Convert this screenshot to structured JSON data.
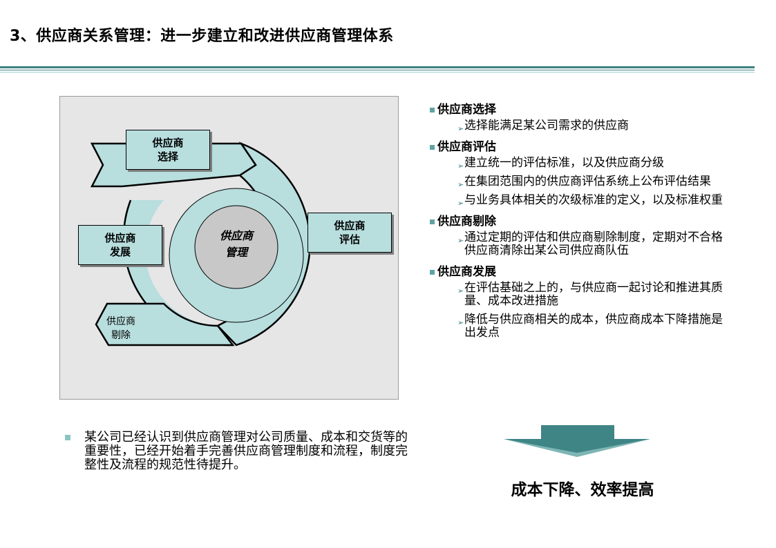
{
  "title": "3、供应商关系管理：进一步建立和改进供应商管理体系",
  "diagram": {
    "center": [
      "供应商",
      "管理"
    ],
    "selection": [
      "供应商",
      "选择"
    ],
    "evaluation": [
      "供应商",
      "评估"
    ],
    "development": [
      "供应商",
      "发展"
    ],
    "elimination": [
      "供应商",
      "剔除"
    ],
    "colors": {
      "fill": "#b8dede",
      "center": "#c8c8c8",
      "frame": "#e6e6e6"
    }
  },
  "sections": [
    {
      "heading": "供应商选择",
      "items": [
        "选择能满足某公司需求的供应商"
      ]
    },
    {
      "heading": "供应商评估",
      "items": [
        "建立统一的评估标准，以及供应商分级",
        "在集团范围内的供应商评估系统上公布评估结果",
        "与业务具体相关的次级标准的定义，以及标准权重"
      ]
    },
    {
      "heading": "供应商剔除",
      "items": [
        "通过定期的评估和供应商剔除制度，定期对不合格供应商清除出某公司供应商队伍"
      ]
    },
    {
      "heading": "供应商发展",
      "items": [
        "在评估基础之上的，与供应商一起讨论和推进其质量、成本改进措施",
        "降低与供应商相关的成本，供应商成本下降措施是出发点"
      ]
    }
  ],
  "note": "某公司已经认识到供应商管理对公司质量、成本和交货等的重要性，已经开始着手完善供应商管理制度和流程，制度完整性及流程的规范性待提升。",
  "conclusion": "成本下降、效率提高",
  "accent_color": "#3b7f7f"
}
